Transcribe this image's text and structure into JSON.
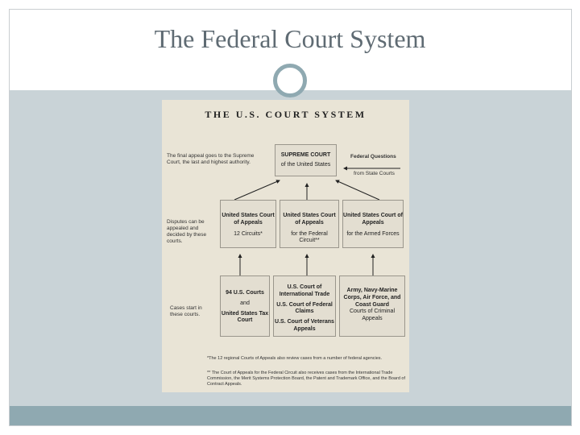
{
  "slide": {
    "title": "The Federal Court System"
  },
  "figure": {
    "heading": "THE U.S. COURT SYSTEM",
    "supreme": {
      "title": "SUPREME COURT",
      "subtitle": "of the United States"
    },
    "side_notes": {
      "final_appeal": "The final appeal goes to the Supreme Court, the last and highest authority.",
      "federal_questions_title": "Federal Questions",
      "federal_questions_from": "from State Courts",
      "disputes": "Disputes can be appealed and decided by these courts.",
      "cases_start": "Cases start in these courts."
    },
    "appeals_courts": [
      {
        "title": "United States Court of Appeals",
        "detail": "12 Circuits*"
      },
      {
        "title": "United States Court of Appeals",
        "detail": "for the Federal Circuit**"
      },
      {
        "title": "United States Court of Appeals",
        "detail": "for the Armed Forces"
      }
    ],
    "trial_courts": {
      "left": {
        "line1": "94 U.S. Courts",
        "and": "and",
        "line2": "United States Tax Court"
      },
      "middle": {
        "line1": "U.S. Court of International Trade",
        "line2": "U.S. Court of Federal Claims",
        "line3": "U.S. Court of Veterans Appeals"
      },
      "right": {
        "line1": "Army, Navy-Marine Corps, Air Force, and Coast Guard",
        "line2": "Courts of Criminal Appeals"
      }
    },
    "footnotes": [
      "*The 12 regional Courts of Appeals also review cases from a number of federal agencies.",
      "** The Court of Appeals for the Federal Circuit also receives cases from the International Trade Commission, the Merit Systems Protection Board, the Patent and Trademark Office, and the Board of Contract Appeals."
    ]
  },
  "colors": {
    "panel": "#c9d3d7",
    "accent": "#8fa9b1",
    "title_text": "#5f6b73",
    "figure_bg": "#e9e4d6"
  }
}
